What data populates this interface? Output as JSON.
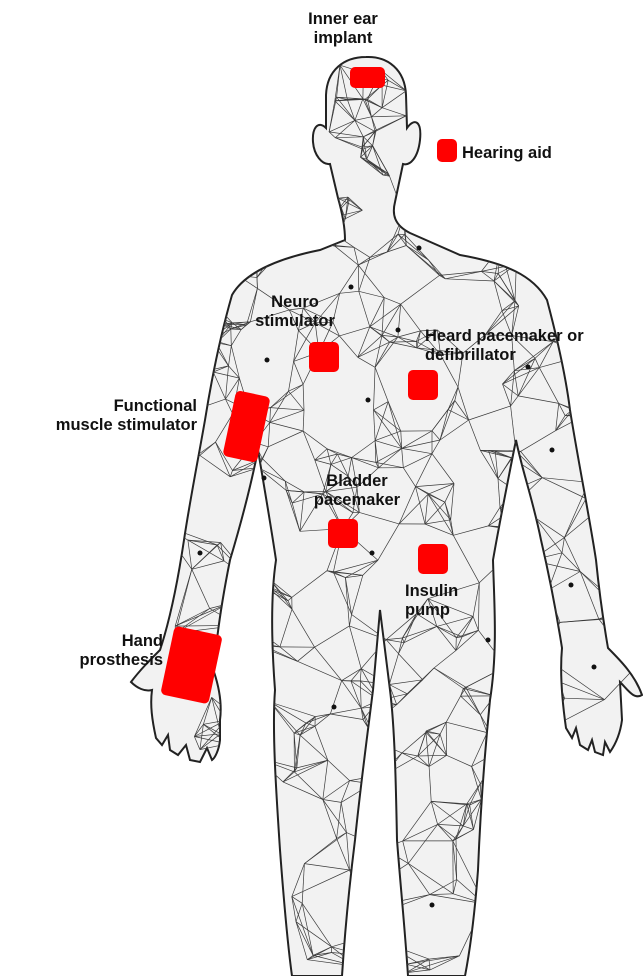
{
  "diagram": {
    "implants": [
      {
        "id": "inner-ear-implant",
        "label": "Inner ear\nimplant",
        "color": "#ff0000"
      },
      {
        "id": "hearing-aid",
        "label": "Hearing aid",
        "color": "#ff0000"
      },
      {
        "id": "neuro-stimulator",
        "label": "Neuro\nstimulator",
        "color": "#ff0000"
      },
      {
        "id": "heart-pacemaker",
        "label": "Heard pacemaker or\ndefibrillator",
        "color": "#ff0000"
      },
      {
        "id": "functional-muscle-stimulator",
        "label": "Functional\nmuscle stimulator",
        "color": "#ff0000"
      },
      {
        "id": "bladder-pacemaker",
        "label": "Bladder\npacemaker",
        "color": "#ff0000"
      },
      {
        "id": "insulin-pump",
        "label": "Insulin\npump",
        "color": "#ff0000"
      },
      {
        "id": "hand-prosthesis",
        "label": "Hand\nprosthesis",
        "color": "#ff0000"
      }
    ],
    "body_fill": "#f2f2f2",
    "mesh_color": "#3a3a3a"
  }
}
